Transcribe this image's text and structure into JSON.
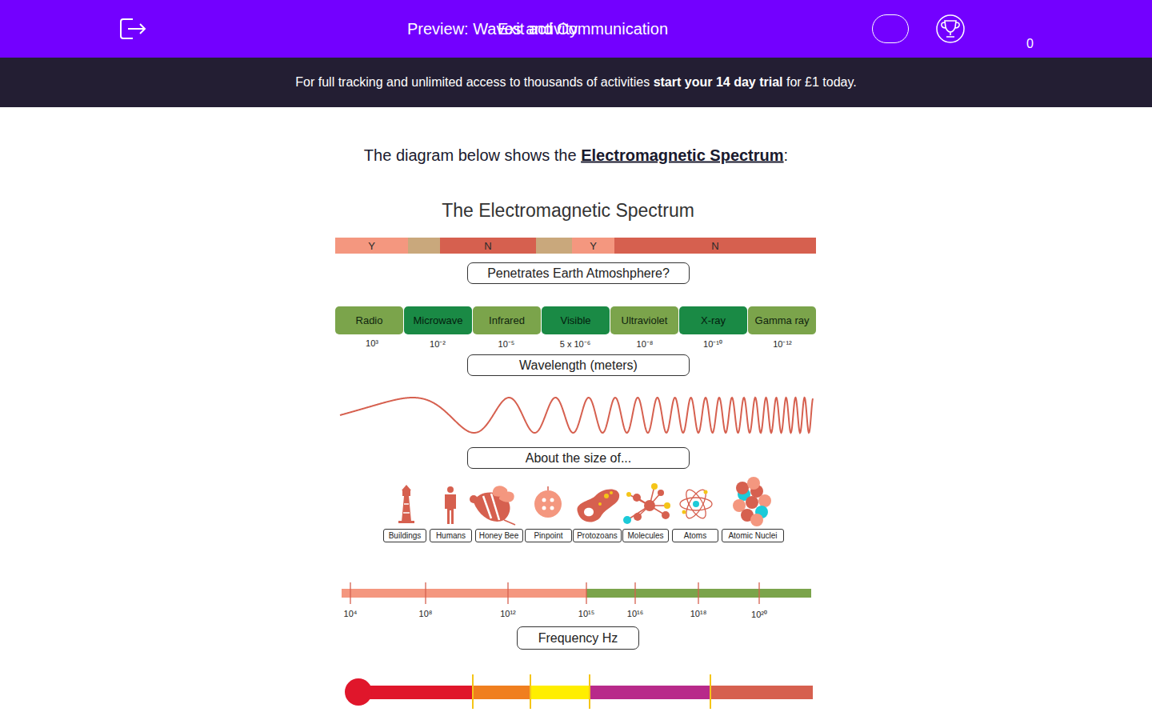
{
  "diagram": {
    "title": "The Electromagnetic Spectrum",
    "nodes": [
      {
        "text": [
          "Exit activity",
          "Preview: Waves and Communication"
        ]
      },
      {
        "text": [
          "0"
        ],
        "in": 0
      },
      {
        "text": [
          "For full tracking and unlimited access to thousands of activities",
          "start your 14 day trial",
          "for £1 today."
        ]
      },
      {
        "text": [
          "Y"
        ]
      },
      {
        "text": [
          "N"
        ]
      },
      {
        "text": [
          "Y"
        ]
      },
      {
        "text": [
          "N"
        ]
      },
      {
        "text": [
          "Penetrates Earth Atmoshphere?"
        ]
      },
      {
        "text": [
          "Radio"
        ]
      },
      {
        "text": [
          "Microwave"
        ]
      },
      {
        "text": [
          "Infrared"
        ]
      },
      {
        "text": [
          "Visible"
        ]
      },
      {
        "text": [
          "Ultraviolet"
        ]
      },
      {
        "text": [
          "X-ray"
        ]
      },
      {
        "text": [
          "Gamma ray"
        ]
      },
      {
        "text": [
          "Wavelength (meters)"
        ]
      },
      {
        "text": [
          "About the size of..."
        ]
      },
      {
        "text": [
          "Buildings"
        ]
      },
      {
        "text": [
          "Humans"
        ]
      },
      {
        "text": [
          "Honey Bee"
        ]
      },
      {
        "text": [
          "Pinpoint"
        ]
      },
      {
        "text": [
          "Protozoans"
        ]
      },
      {
        "text": [
          "Molecules"
        ]
      },
      {
        "text": [
          "Atoms"
        ]
      },
      {
        "text": [
          "Atomic Nuclei"
        ]
      },
      {
        "text": [
          "Frequency Hz"
        ]
      }
    ],
    "labels": [
      "The diagram below shows the",
      "Electromagnetic Spectrum",
      ":",
      "10³",
      "10⁻²",
      "10⁻⁵",
      "5 x 10⁻⁶",
      "10⁻⁸",
      "10⁻¹⁰",
      "10⁻¹²",
      "10⁴",
      "10⁸",
      "10¹²",
      "10¹⁵",
      "10¹⁶",
      "10¹⁸",
      "10²⁰"
    ]
  }
}
